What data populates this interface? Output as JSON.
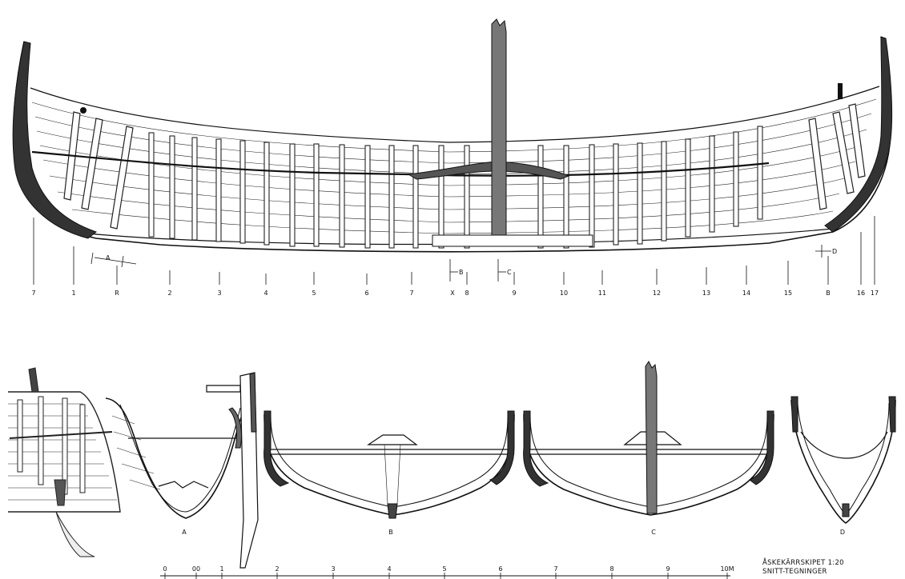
{
  "drawing": {
    "title_line1": "ÅSKEKÄRRSKIPET 1:20",
    "title_line2": "SNITT-TEGNINGER",
    "station_labels": [
      "7",
      "1",
      "R",
      "2",
      "3",
      "4",
      "5",
      "6",
      "7",
      "8",
      "9",
      "10",
      "11",
      "12",
      "13",
      "14",
      "15",
      "B",
      "16",
      "17"
    ],
    "marker_a": "A",
    "marker_b": "B",
    "marker_c": "C",
    "marker_d": "D",
    "marker_x": "X",
    "section_labels": [
      "A",
      "B",
      "C",
      "D"
    ],
    "scale_labels": [
      "0",
      "00",
      "1",
      "2",
      "3",
      "4",
      "5",
      "6",
      "7",
      "8",
      "9",
      "10M"
    ]
  }
}
